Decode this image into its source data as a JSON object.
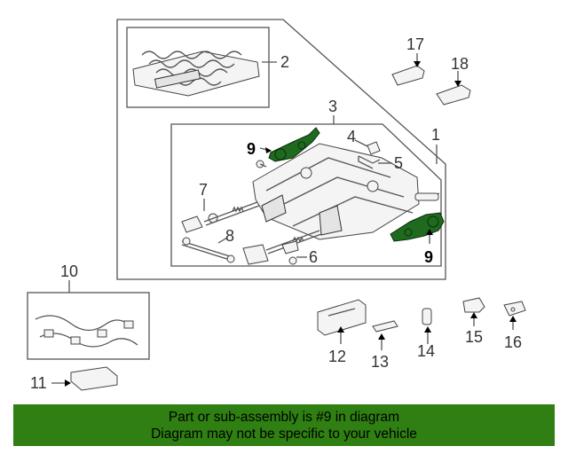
{
  "callouts": {
    "c1": "1",
    "c2": "2",
    "c3": "3",
    "c4": "4",
    "c5": "5",
    "c6": "6",
    "c7": "7",
    "c8": "8",
    "c9a": "9",
    "c9b": "9",
    "c10": "10",
    "c11": "11",
    "c12": "12",
    "c13": "13",
    "c14": "14",
    "c15": "15",
    "c16": "16",
    "c17": "17",
    "c18": "18"
  },
  "highlighted_part": "9",
  "colors": {
    "highlight": "#1f6a1f",
    "banner": "#2f7f12"
  },
  "banner": {
    "line1": "Part or sub-assembly is #9 in diagram",
    "line2": "Diagram may not be specific to your vehicle"
  }
}
